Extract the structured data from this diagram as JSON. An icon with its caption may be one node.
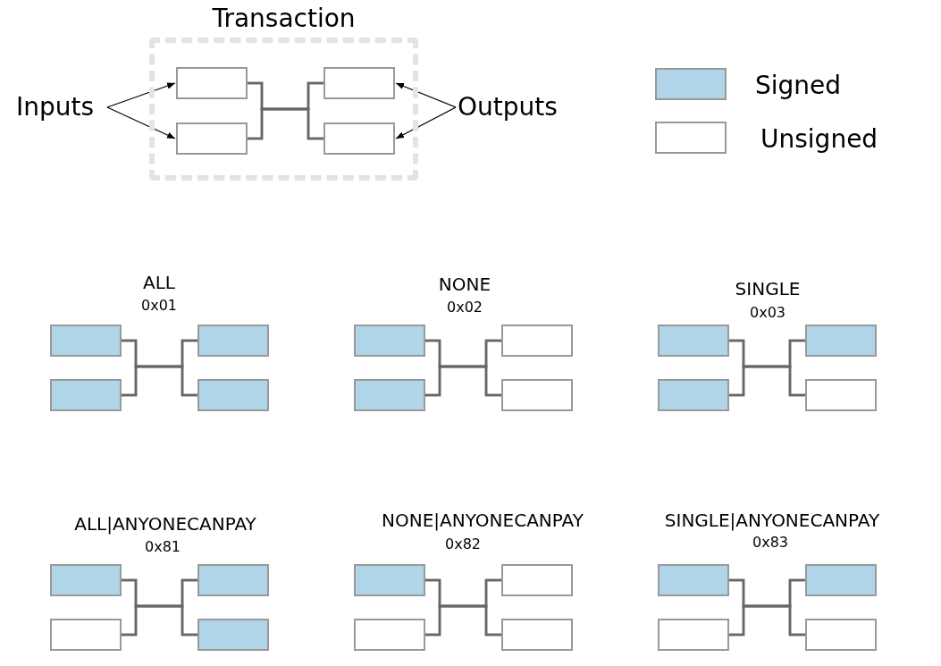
{
  "diagram": {
    "nodes": [
      {
        "text": [
          "Transaction"
        ]
      },
      {
        "text": [],
        "shape": "box",
        "in": 0
      },
      {
        "text": [],
        "shape": "box",
        "in": 0
      },
      {
        "text": [],
        "shape": "box",
        "in": 0
      },
      {
        "text": [],
        "shape": "box",
        "in": 0
      },
      {
        "text": [
          "Inputs"
        ]
      },
      {
        "text": [
          "Outputs"
        ]
      },
      {
        "text": [],
        "shape": "box"
      },
      {
        "text": [],
        "shape": "box"
      },
      {
        "text": [],
        "shape": "box"
      },
      {
        "text": [],
        "shape": "box"
      },
      {
        "text": [],
        "shape": "box"
      },
      {
        "text": [],
        "shape": "box"
      },
      {
        "text": [],
        "shape": "box"
      },
      {
        "text": [],
        "shape": "box"
      },
      {
        "text": [],
        "shape": "box"
      },
      {
        "text": [],
        "shape": "box"
      },
      {
        "text": [],
        "shape": "box"
      },
      {
        "text": [],
        "shape": "box"
      },
      {
        "text": [],
        "shape": "box"
      },
      {
        "text": [],
        "shape": "box"
      },
      {
        "text": [],
        "shape": "box"
      },
      {
        "text": [],
        "shape": "box"
      },
      {
        "text": [],
        "shape": "box"
      },
      {
        "text": [],
        "shape": "box"
      },
      {
        "text": [],
        "shape": "box"
      },
      {
        "text": [],
        "shape": "box"
      },
      {
        "text": [],
        "shape": "box"
      },
      {
        "text": [],
        "shape": "box"
      },
      {
        "text": [],
        "shape": "box"
      },
      {
        "text": [],
        "shape": "box"
      }
    ],
    "edges": [
      {
        "from": 5,
        "to": 1,
        "arrow": "to",
        "color": "#000000"
      },
      {
        "from": 5,
        "to": 2,
        "arrow": "to",
        "color": "#000000"
      },
      {
        "from": 6,
        "to": 3,
        "arrow": "to",
        "color": "#000000"
      },
      {
        "from": 6,
        "to": 4,
        "arrow": "to",
        "color": "#000000"
      },
      {
        "from": 1,
        "to": 3,
        "arrow": "none"
      },
      {
        "from": 1,
        "to": 4,
        "arrow": "none"
      },
      {
        "from": 2,
        "to": 3,
        "arrow": "none"
      },
      {
        "from": 2,
        "to": 4,
        "arrow": "none"
      },
      {
        "from": 7,
        "to": 9,
        "arrow": "none"
      },
      {
        "from": 7,
        "to": 10,
        "arrow": "none"
      },
      {
        "from": 8,
        "to": 9,
        "arrow": "none"
      },
      {
        "from": 8,
        "to": 10,
        "arrow": "none"
      },
      {
        "from": 11,
        "to": 13,
        "arrow": "none"
      },
      {
        "from": 11,
        "to": 14,
        "arrow": "none"
      },
      {
        "from": 12,
        "to": 13,
        "arrow": "none"
      },
      {
        "from": 12,
        "to": 14,
        "arrow": "none"
      },
      {
        "from": 15,
        "to": 17,
        "arrow": "none"
      },
      {
        "from": 15,
        "to": 18,
        "arrow": "none"
      },
      {
        "from": 16,
        "to": 17,
        "arrow": "none"
      },
      {
        "from": 16,
        "to": 18,
        "arrow": "none"
      },
      {
        "from": 19,
        "to": 21,
        "arrow": "none"
      },
      {
        "from": 19,
        "to": 22,
        "arrow": "none"
      },
      {
        "from": 20,
        "to": 21,
        "arrow": "none"
      },
      {
        "from": 20,
        "to": 22,
        "arrow": "none"
      },
      {
        "from": 23,
        "to": 25,
        "arrow": "none"
      },
      {
        "from": 23,
        "to": 26,
        "arrow": "none"
      },
      {
        "from": 24,
        "to": 25,
        "arrow": "none"
      },
      {
        "from": 24,
        "to": 26,
        "arrow": "none"
      },
      {
        "from": 27,
        "to": 29,
        "arrow": "none"
      },
      {
        "from": 27,
        "to": 30,
        "arrow": "none"
      },
      {
        "from": 28,
        "to": 29,
        "arrow": "none"
      },
      {
        "from": 28,
        "to": 30,
        "arrow": "none"
      }
    ],
    "labels": [
      "ALL",
      "0x01",
      "NONE",
      "0x02",
      "SINGLE",
      "0x03",
      "ALL|ANYONECANPAY",
      "0x81",
      "NONE|ANYONECANPAY",
      "0x82",
      "SINGLE|ANYONECANPAY",
      "0x83"
    ],
    "legend": [
      {
        "text": "Signed",
        "color": "#b0d4e8"
      },
      {
        "text": "Unsigned",
        "color": "#ffffff"
      }
    ]
  }
}
